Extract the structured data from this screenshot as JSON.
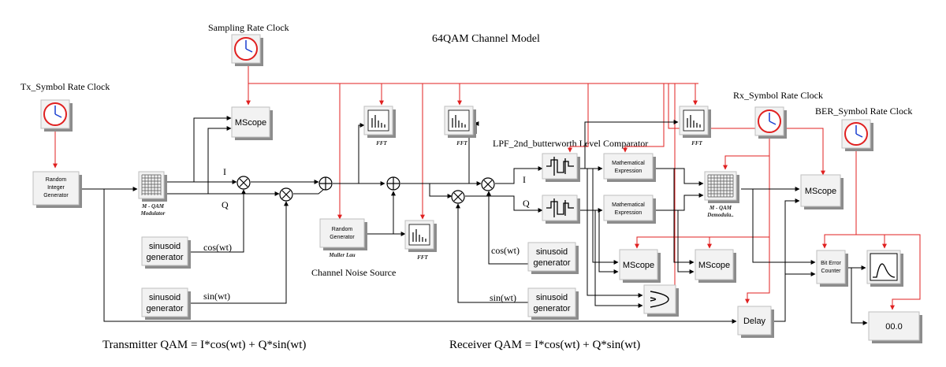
{
  "title": "64QAM Channel Model",
  "clocks": {
    "sampling": "Sampling Rate Clock",
    "tx_symbol": "Tx_Symbol Rate Clock",
    "rx_symbol": "Rx_Symbol Rate Clock",
    "ber_symbol": "BER_Symbol Rate Clock"
  },
  "blocks": {
    "random_integer": [
      "Random",
      "Integer",
      "Generator"
    ],
    "qam_mod": "M - QAM",
    "qam_mod_sub": "Modulator",
    "qam_demod": "M - QAM",
    "qam_demod_sub": "Demodula..",
    "mscope": "MScope",
    "fft": "FFT",
    "random_gen": [
      "Random",
      "Generator"
    ],
    "random_gen_sub": "Muller Lau",
    "sinusoid": [
      "sinusoid",
      "generator"
    ],
    "math_expr": [
      "Mathematical",
      "Expression"
    ],
    "bit_error": [
      "Bit Error",
      "Counter"
    ],
    "delay": "Delay",
    "display_value": "00.0"
  },
  "labels": {
    "i": "I",
    "q": "Q",
    "cos": "cos(wt)",
    "sin": "sin(wt)",
    "lpf_level": "LPF_2nd_butterworth Level Comparator",
    "channel_noise": "Channel Noise Source"
  },
  "equations": {
    "tx": "Transmitter QAM = I*cos(wt) + Q*sin(wt)",
    "rx": "Receiver QAM = I*cos(wt) + Q*sin(wt)"
  },
  "colors": {
    "signal_wire": "#000000",
    "clock_wire": "#e02020",
    "clock_face": "#e02020",
    "clock_hand": "#1a3fd0"
  }
}
